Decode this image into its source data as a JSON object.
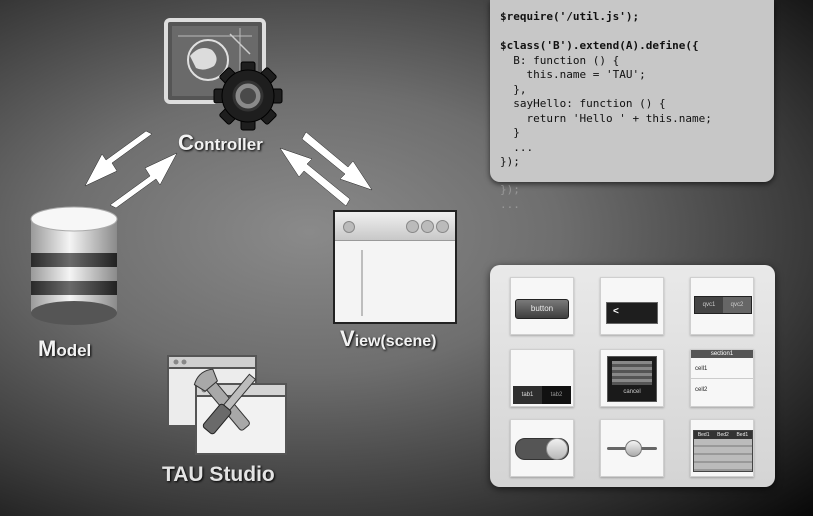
{
  "labels": {
    "controller_initial": "C",
    "controller_rest": "ontroller",
    "model_initial": "M",
    "model_rest": "odel",
    "view_initial": "V",
    "view_rest": "iew(scene)",
    "studio": "TAU Studio"
  },
  "code_lines": [
    "$require('/util.js');",
    "",
    "$class('B').extend(A).define({",
    "  B: function () {",
    "    this.name = 'TAU';",
    "  },",
    "  sayHello: function () {",
    "    return 'Hello ' + this.name;",
    "  }",
    "  ...",
    "});"
  ],
  "code_reflection": [
    "});",
    "..."
  ],
  "widgets": {
    "button_label": "button",
    "back_glyph": "<",
    "segment_labels": [
      "qvc1",
      "qvc2"
    ],
    "tab_labels": [
      "tab1",
      "tab2"
    ],
    "picker_cancel": "cancel",
    "list_header": "section1",
    "list_cells": [
      "cell1",
      "cell2"
    ],
    "table_headers": [
      "Bed1",
      "Bed2",
      "Bed1"
    ]
  },
  "colors": {
    "arrow": "#ffffff",
    "code_bg": "#c7c7c7",
    "panel_bg": "#e3e3e3"
  },
  "icons": [
    "blueprint-globe-icon",
    "gear-icon",
    "database-icon",
    "window-icon",
    "tools-icon"
  ]
}
